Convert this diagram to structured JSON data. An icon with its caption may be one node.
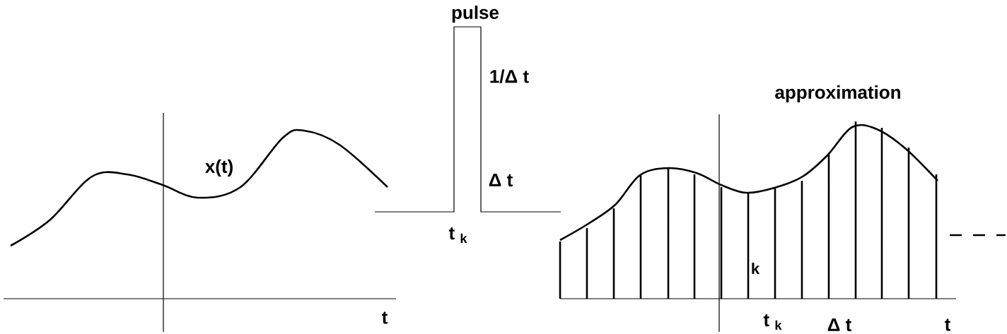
{
  "diagram": {
    "labels": [
      "pulse",
      "1/Δ t",
      "approximation",
      "x(t)",
      "Δ t",
      "t $_{k}$",
      "k",
      "t",
      "t $_{k}$",
      "Δ t",
      "t"
    ]
  }
}
